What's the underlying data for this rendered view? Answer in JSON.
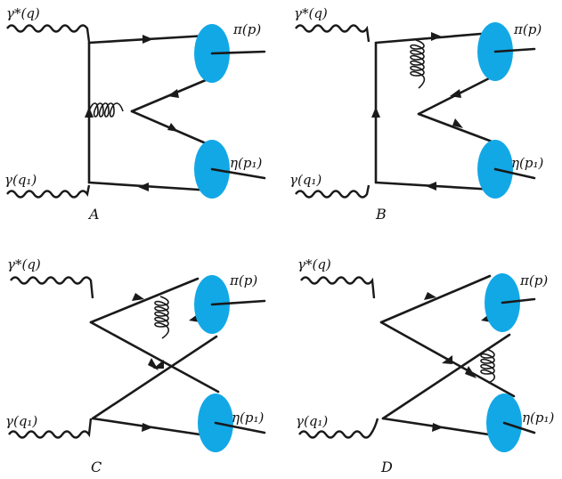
{
  "labels": {
    "photon_virtual": "γ*(q)",
    "photon_real": "γ(q₁)",
    "pion": "π(p)",
    "eta": "η(p₁)"
  },
  "panels": [
    {
      "id": "A",
      "caption": "A"
    },
    {
      "id": "B",
      "caption": "B"
    },
    {
      "id": "C",
      "caption": "C"
    },
    {
      "id": "D",
      "caption": "D"
    }
  ],
  "colors": {
    "blob": "#12a8e6",
    "line": "#1a1a1a"
  }
}
